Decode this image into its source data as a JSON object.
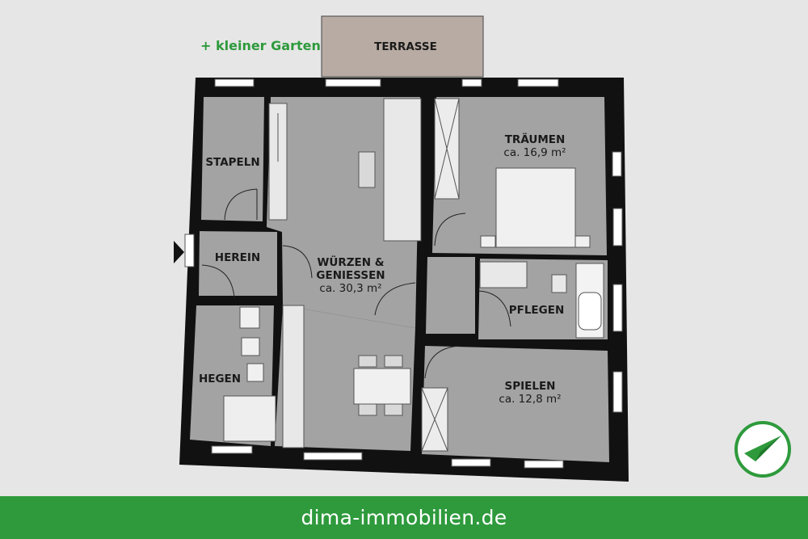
{
  "garden_note": "+ kleiner Garten",
  "rooms": {
    "terrasse": {
      "name": "TERRASSE"
    },
    "stapeln": {
      "name": "STAPELN"
    },
    "herein": {
      "name": "HEREIN"
    },
    "hegen": {
      "name": "HEGEN"
    },
    "wuerzen": {
      "name_line1": "WÜRZEN &",
      "name_line2": "GENIESSEN",
      "area": "ca. 30,3 m²"
    },
    "traeumen": {
      "name": "TRÄUMEN",
      "area": "ca. 16,9 m²"
    },
    "pflegen": {
      "name": "PFLEGEN"
    },
    "spielen": {
      "name": "SPIELEN",
      "area": "ca. 12,8 m²"
    }
  },
  "footer": {
    "website": "dima-immobilien.de"
  },
  "colors": {
    "brand_green": "#2e9a3c",
    "floor": "#a3a3a3",
    "wall": "#111111",
    "terrace": "#b8aba3",
    "background": "#e6e6e6"
  },
  "icons": {
    "logo": "paper-plane-logo-icon",
    "entrance": "entrance-arrow-icon"
  }
}
